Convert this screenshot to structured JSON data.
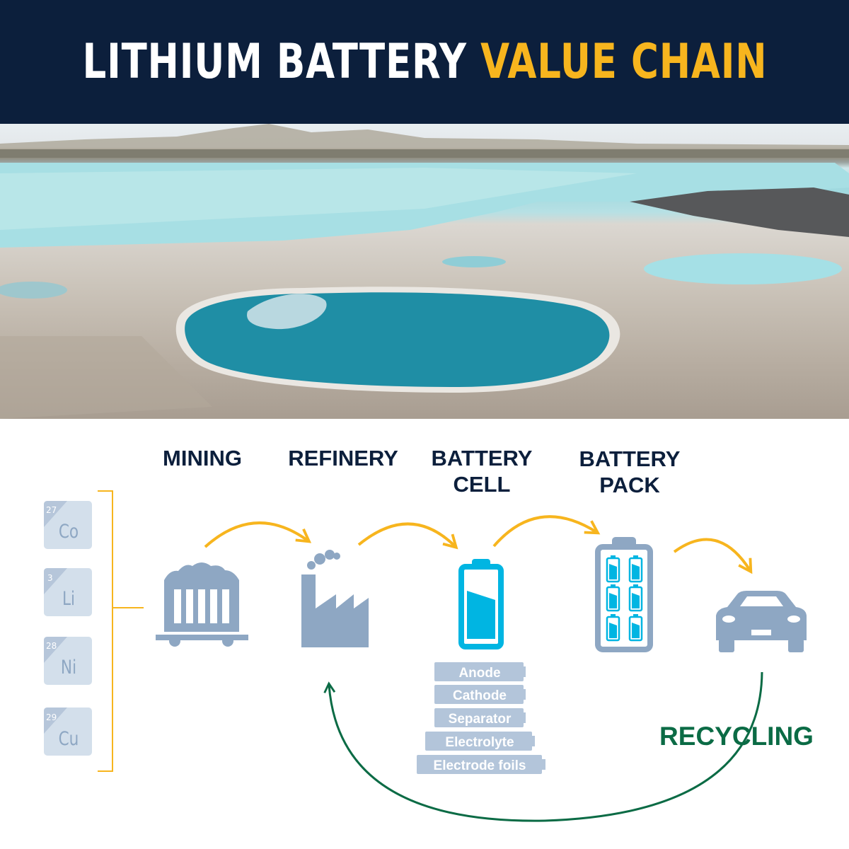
{
  "header": {
    "title_main": "LITHIUM BATTERY",
    "title_accent": "VALUE CHAIN"
  },
  "photo": {
    "description_icon": "salt-flat-lithium-brine-pools-photo"
  },
  "elements": [
    {
      "number": "27",
      "symbol": "Co"
    },
    {
      "number": "3",
      "symbol": "Li"
    },
    {
      "number": "28",
      "symbol": "Ni"
    },
    {
      "number": "29",
      "symbol": "Cu"
    }
  ],
  "stages": {
    "mining": "MINING",
    "refinery": "REFINERY",
    "battery_cell": [
      "BATTERY",
      "CELL"
    ],
    "battery_pack": [
      "BATTERY",
      "PACK"
    ]
  },
  "cell_components": [
    "Anode",
    "Cathode",
    "Separator",
    "Electrolyte",
    "Electrode foils"
  ],
  "recycling": "RECYCLING",
  "colors": {
    "navy": "#0c1f3c",
    "accent_yellow": "#f7b51e",
    "icon_gray": "#8ea7c3",
    "cyan": "#00b5e2",
    "green": "#0b6b45",
    "tile": "#d3dfeb"
  },
  "icons": [
    "mine-cart-icon",
    "factory-icon",
    "battery-cell-icon",
    "battery-pack-icon",
    "car-icon"
  ]
}
